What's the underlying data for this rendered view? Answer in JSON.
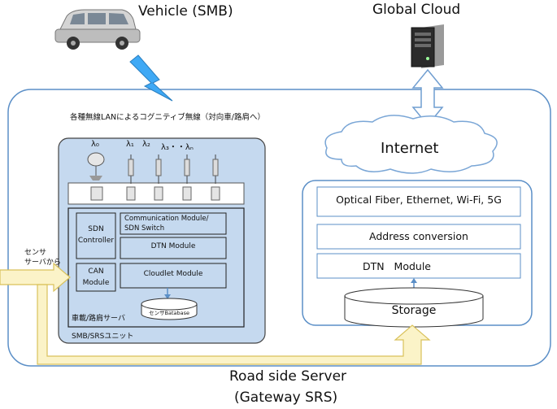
{
  "vehicle_label": "Vehicle (SMB)",
  "global_cloud_label": "Global Cloud",
  "internet_label": "Internet",
  "cognitive_radio_label": "各種無線LANによるコグニティブ無線（対向車/路肩へ）",
  "lambdas": [
    "λ₀",
    "λ₁",
    "λ₂",
    "λ₃・・λₙ"
  ],
  "unit": {
    "sdn_controller": "SDN\nController",
    "can_module": "CAN\nModule",
    "communication_module": "Communication Module/\nSDN Switch",
    "dtn_module": "DTN Module",
    "cloudlet_module": "Cloudlet Module",
    "sensor_db": "センサBatabase",
    "onboard_server": "車載/路肩サーバ",
    "smb_srs_unit": "SMB/SRSユニット"
  },
  "sensor_input_label": "センサ\nサーバから",
  "gateway": {
    "comm_types": "Optical Fiber, Ethernet, Wi-Fi, 5G",
    "address_conversion": "Address conversion",
    "dtn_module": "DTN   Module",
    "storage": "Storage"
  },
  "road_side_server_label": "Road side Server",
  "gateway_srs_label": "(Gateway SRS)",
  "colors": {
    "unit_fill": "#c5d9ef",
    "frame_stroke": "#5b8fc7",
    "arrow_fill": "#fbf3c8",
    "arrow_stroke": "#d9c15a",
    "bolt_fill": "#3fa9f5"
  }
}
